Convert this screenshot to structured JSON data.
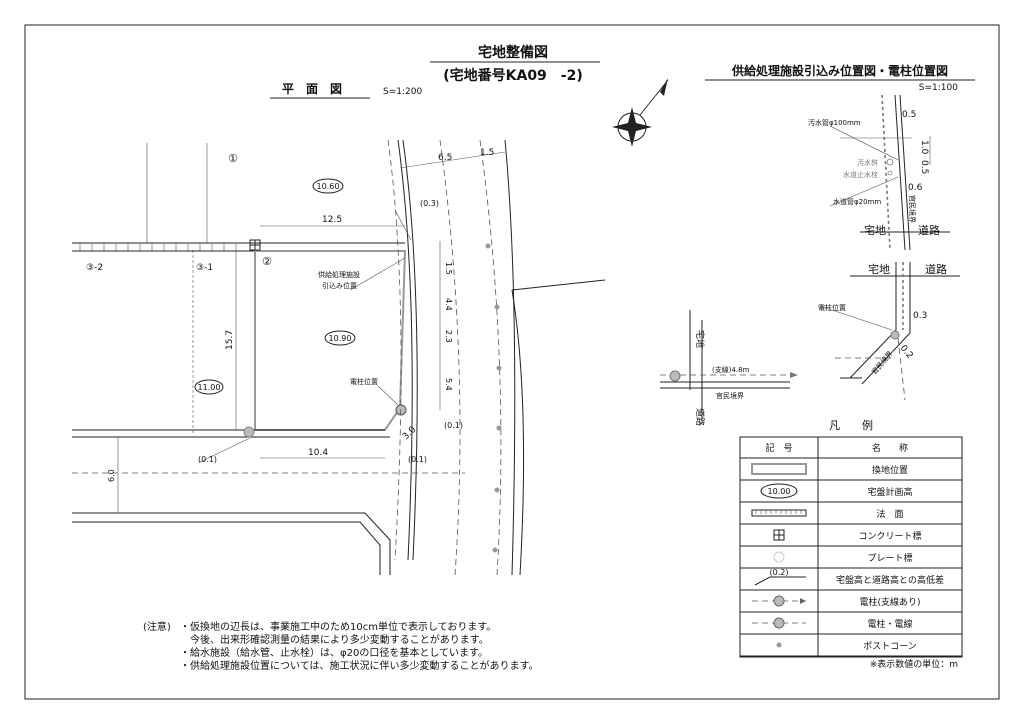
{
  "title": {
    "main": "宅地整備図",
    "sub": "(宅地番号KA09　-2)"
  },
  "plan": {
    "heading": "平　面　図",
    "scale": "S=1:200",
    "lots": {
      "lot1": "①",
      "lot2": "②",
      "lot3_1": "③-1",
      "lot3_2": "③-2"
    },
    "heights": {
      "h1": "10.60",
      "h2": "10.90",
      "h3": "11.00"
    },
    "dims": {
      "d65": "6.5",
      "d15a": "1.5",
      "d03": "(0.3)",
      "d125": "12.5",
      "d15b": "1.5",
      "d44": "4.4",
      "d23": "2.3",
      "d54": "5.4",
      "d157": "15.7",
      "d104": "10.4",
      "d30": "3.0",
      "d01a": "(0.1)",
      "d01b": "(0.1)",
      "d01c": "(0.1)",
      "d60": "6.0"
    },
    "labels": {
      "supply_1": "供給処理施設",
      "supply_2": "引込み位置",
      "pole": "電柱位置"
    }
  },
  "detail": {
    "heading": "供給処理施設引込み位置図・電柱位置図",
    "scale": "S=1:100",
    "sewer_pipe": "汚水管φ100mm",
    "sewer_box": "汚水桝",
    "water_valve": "水道止水栓",
    "water_pipe": "水道管φ20mm",
    "d05a": "0.5",
    "d10": "1.0",
    "d05b": "0.5",
    "d06": "0.6",
    "boundary": "官民境界",
    "house": "宅地",
    "road": "道路",
    "house2": "宅地",
    "road2": "道路",
    "pole": "電柱位置",
    "d03": "0.3",
    "d02": "0.2",
    "boundary2": "官民境界",
    "guy": "(支線)4.8m",
    "boundary3": "官民境界",
    "house3": "宅地",
    "road3": "道路"
  },
  "legend": {
    "title": "凡　　例",
    "col_symbol": "記　号",
    "col_name": "名　　称",
    "rows": [
      {
        "icon": "rectangle-icon",
        "name": "換地位置"
      },
      {
        "icon": "ellipse-label-icon",
        "symbol_text": "10.00",
        "name": "宅盤計画高"
      },
      {
        "icon": "slope-hatch-icon",
        "name": "法　面"
      },
      {
        "icon": "concrete-marker-icon",
        "name": "コンクリート標"
      },
      {
        "icon": "plate-marker-icon",
        "name": "プレート標"
      },
      {
        "icon": "height-diff-icon",
        "symbol_text": "(0.2)",
        "name": "宅盤高と道路高との高低差"
      },
      {
        "icon": "pole-guy-icon",
        "name": "電柱(支線あり)"
      },
      {
        "icon": "pole-line-icon",
        "name": "電柱・電線"
      },
      {
        "icon": "post-cone-icon",
        "name": "ポストコーン"
      }
    ],
    "unit_note": "※表示数値の単位：m"
  },
  "notes": {
    "prefix": "(注意)",
    "lines": [
      "・仮換地の辺長は、事業施工中のため10cm単位で表示しております。",
      "　今後、出来形確認測量の結果により多少変動することがあります。",
      "・給水施設（給水管、止水栓）は、φ20の口径を基本としています。",
      "・供給処理施設位置については、施工状況に伴い多少変動することがあります。"
    ]
  },
  "colors": {
    "line": "#222222",
    "gray": "#999999"
  }
}
